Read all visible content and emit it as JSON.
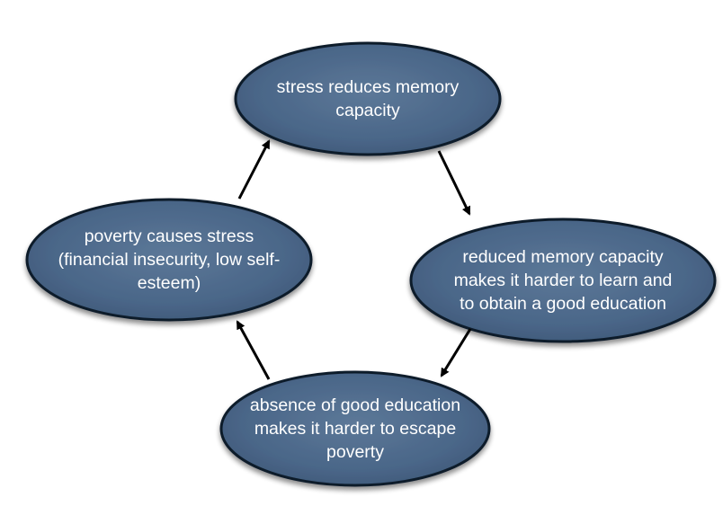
{
  "diagram": {
    "nodes": {
      "top": "stress reduces memory capacity",
      "right": "reduced memory capacity makes it harder to learn and to obtain a good education",
      "bottom": "absence of good education makes it harder to escape poverty",
      "left": "poverty causes stress (financial insecurity, low self-esteem)"
    },
    "colors": {
      "node_fill": "#4a6688",
      "node_stroke": "#0e1a2b",
      "arrow": "#000000",
      "text": "#ffffff"
    }
  }
}
